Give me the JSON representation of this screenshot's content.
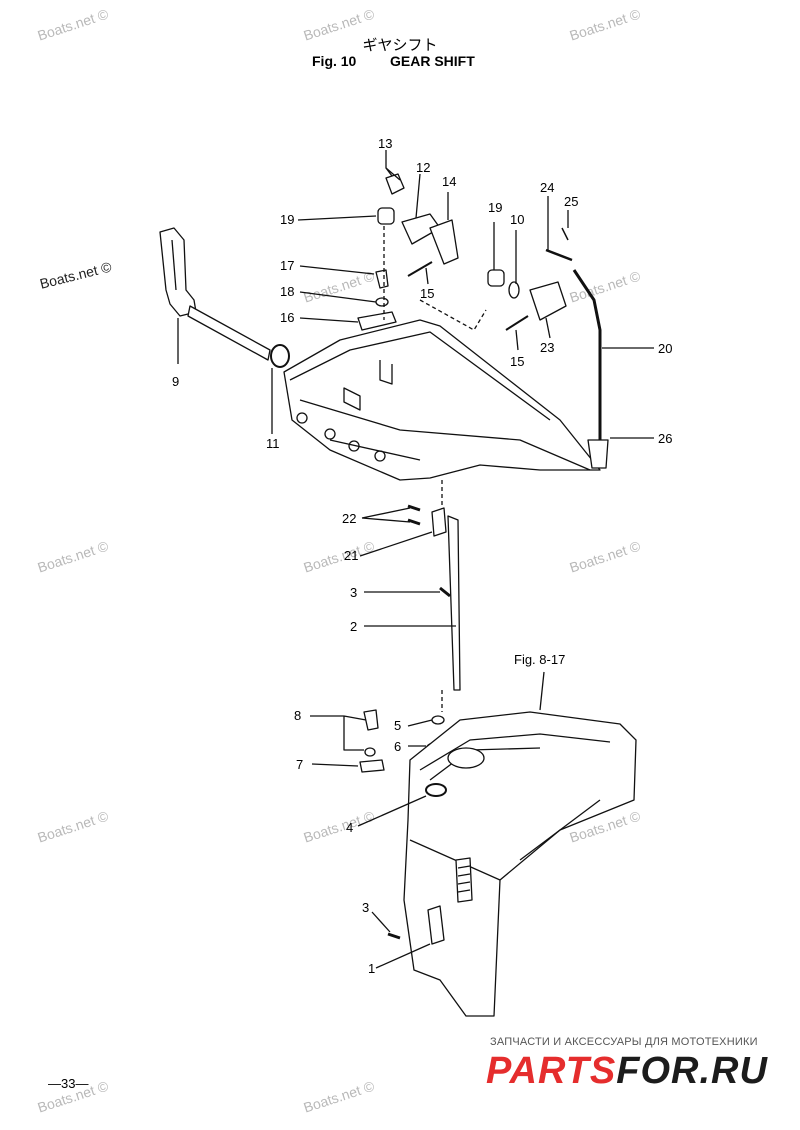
{
  "title": {
    "japanese": "ギヤシフト",
    "fig_number": "Fig. 10",
    "name": "GEAR SHIFT"
  },
  "reference": "Fig. 8-17",
  "callouts": [
    "13",
    "12",
    "14",
    "19",
    "10",
    "24",
    "25",
    "17",
    "18",
    "16",
    "15",
    "15",
    "23",
    "20",
    "9",
    "11",
    "26",
    "22",
    "21",
    "3",
    "2",
    "8",
    "5",
    "6",
    "7",
    "4",
    "3",
    "1",
    "19"
  ],
  "watermark": "Boats.net ©",
  "page_number": "33",
  "brand": {
    "tagline": "ЗАПЧАСТИ И АКСЕССУАРЫ ДЛЯ МОТОТЕХНИКИ",
    "name_red": "PARTS",
    "name_dark": "FOR.RU"
  }
}
